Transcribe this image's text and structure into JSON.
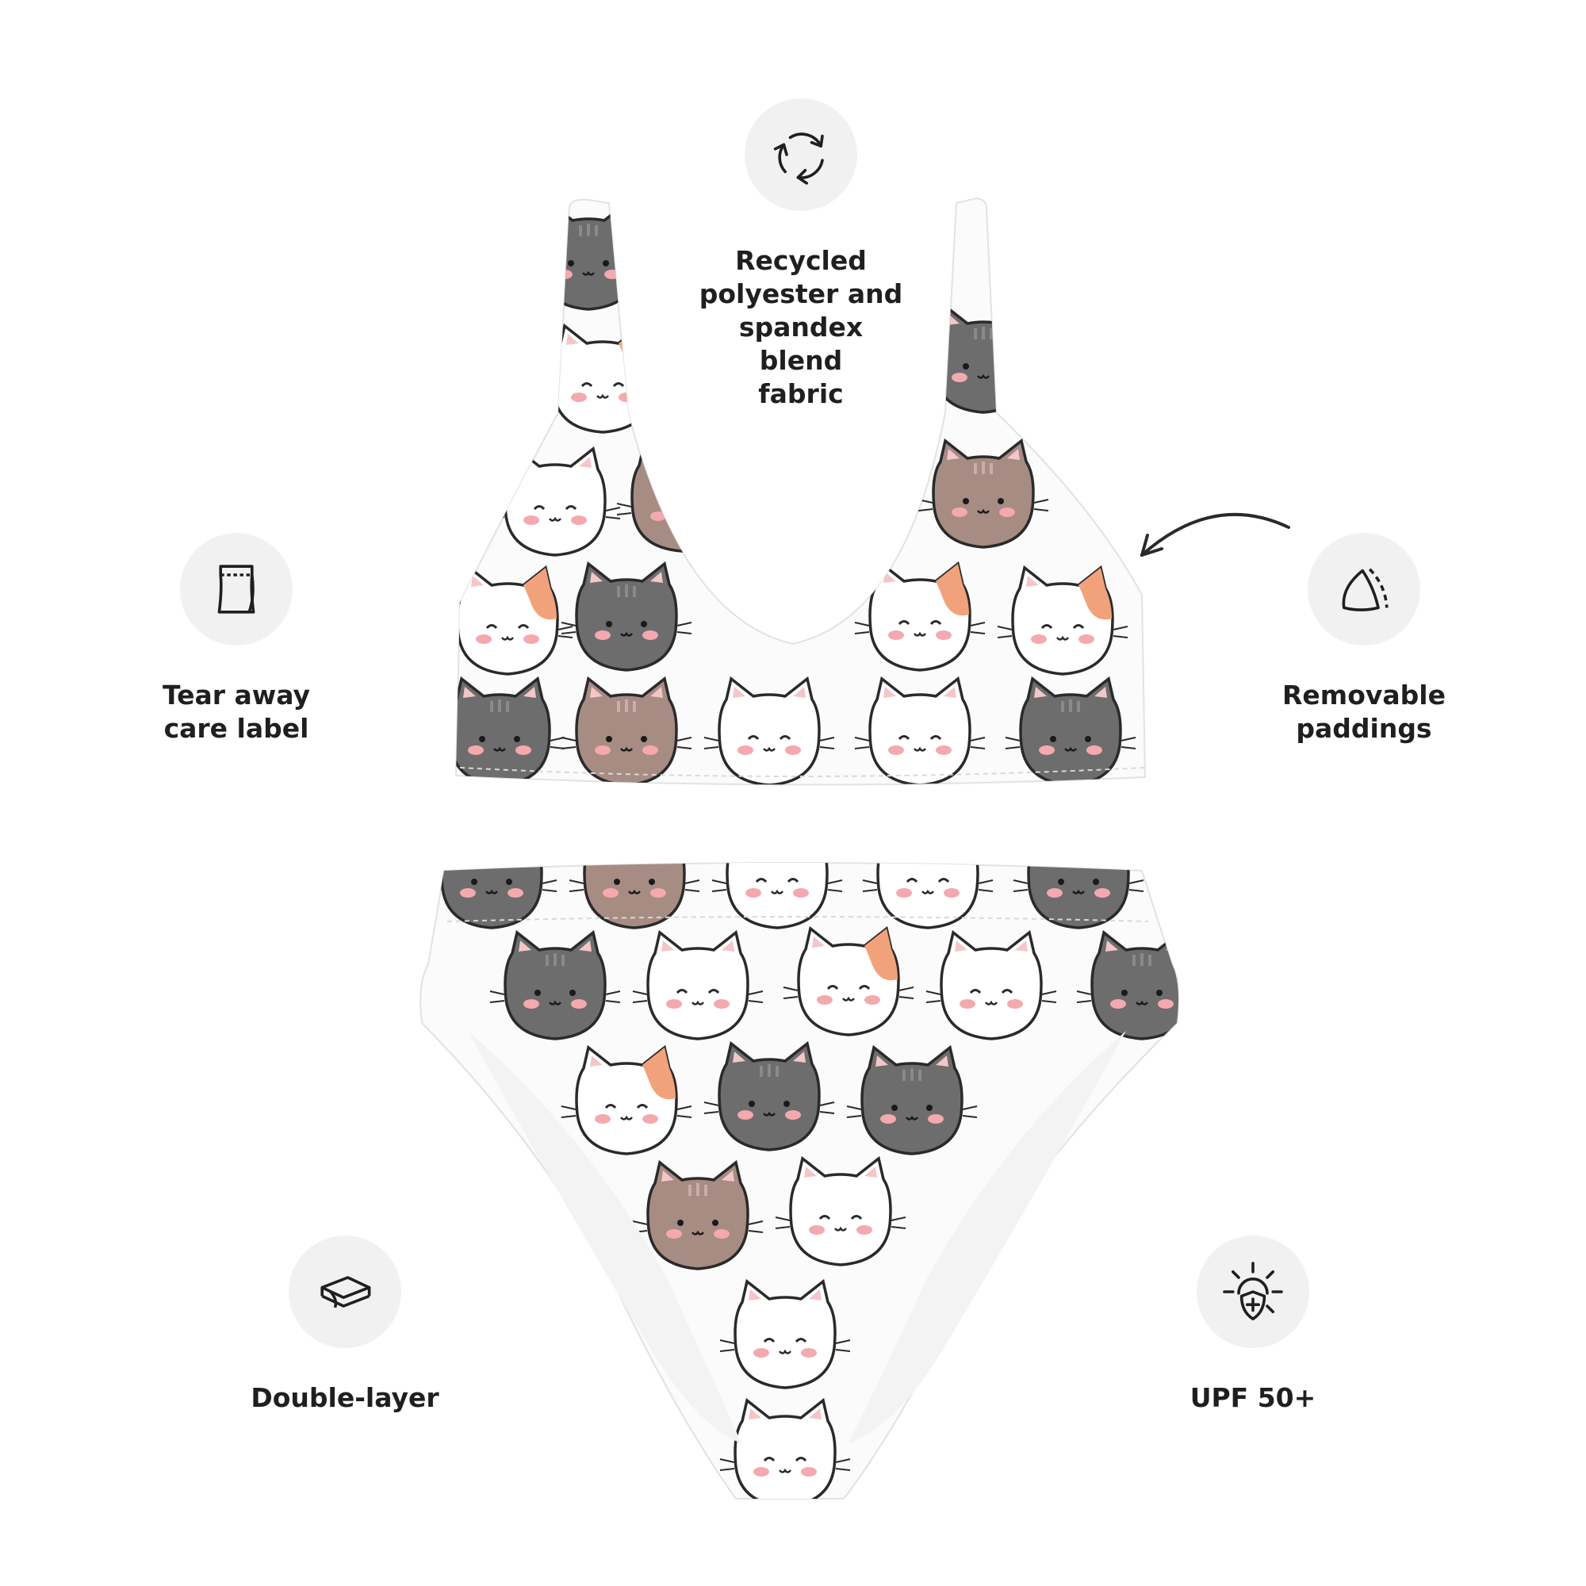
{
  "features": {
    "recycled": {
      "label": "Recycled\npolyester and\nspandex blend\nfabric",
      "icon": "recycle-icon"
    },
    "tear_away": {
      "label": "Tear away\ncare label",
      "icon": "care-label-icon"
    },
    "removable": {
      "label": "Removable\npaddings",
      "icon": "padding-icon"
    },
    "double_layer": {
      "label": "Double-layer",
      "icon": "fabric-layers-icon"
    },
    "upf": {
      "label": "UPF 50+",
      "icon": "sun-shield-icon"
    }
  },
  "product": {
    "pattern": "cute-cat-faces",
    "colors": {
      "fabric": "#fbfbfb",
      "dark_cat": "#6d6d6d",
      "brown_cat": "#a78c84",
      "orange_patch": "#f2a27b",
      "blush": "#f4a9ae",
      "outline": "#2a2a2a",
      "icon_bg": "#f1f1f1"
    }
  }
}
